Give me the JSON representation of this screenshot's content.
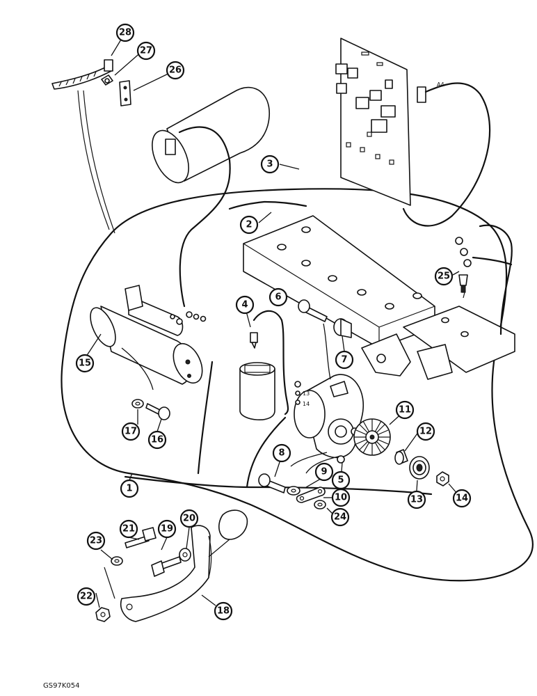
{
  "figure_code": "GS97K054",
  "callouts": [
    "1",
    "2",
    "3",
    "4",
    "5",
    "6",
    "7",
    "8",
    "9",
    "10",
    "11",
    "12",
    "13",
    "14",
    "15",
    "16",
    "17",
    "18",
    "19",
    "20",
    "21",
    "22",
    "23",
    "24",
    "25",
    "26",
    "27",
    "28"
  ],
  "terminal_labels": [
    "13",
    "14"
  ],
  "connector_label": "A4"
}
